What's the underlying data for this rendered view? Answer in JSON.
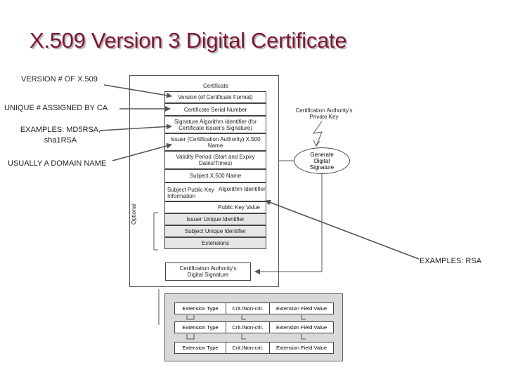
{
  "title": "X.509 Version 3 Digital Certificate",
  "labels": {
    "version": "VERSION # OF X.509",
    "unique": "UNIQUE # ASSIGNED BY CA",
    "examples_line1": "EXAMPLES: MD5RSA,",
    "examples_line2": "sha1RSA",
    "domain": "USUALLY A DOMAIN NAME",
    "rsa": "EXAMPLES: RSA"
  },
  "certificate": {
    "heading": "Certificate",
    "fields": {
      "version": "Version (of Certificate Format)",
      "serial": "Certificate Serial Number",
      "sigalg_line1": "Signature Algorithm Identifier (for",
      "sigalg_line2": "Certificate Issuer's Signature)",
      "issuer_line1": "Issuer (Certification Authority) X.500",
      "issuer_line2": "Name",
      "validity_line1": "Validity Period (Start and Expiry",
      "validity_line2": "Dates/Times)",
      "subject": "Subject X.500 Name",
      "spki_line1": "Subject Public Key",
      "spki_line2": "Information",
      "alg_id": "Algorithm Identifier",
      "pubkey": "Public Key Value",
      "issuer_uid": "Issuer Unique Identifier",
      "subject_uid": "Subject Unique Identifier",
      "extensions": "Extensions"
    },
    "optional_label": "Optional",
    "ca_signature_line1": "Certification Authority's",
    "ca_signature_line2": "Digital Signature"
  },
  "side": {
    "private_key_line1": "Certification Authority's",
    "private_key_line2": "Private Key",
    "generate_line1": "Generate",
    "generate_line2": "Digital",
    "generate_line3": "Signature"
  },
  "extensions_table": {
    "rows": [
      {
        "type": "Extension Type",
        "crit": "Crit./Non-crit.",
        "value": "Extension Field Value"
      },
      {
        "type": "Extension Type",
        "crit": "Crit./Non-crit.",
        "value": "Extension Field Value"
      },
      {
        "type": "Extension Type",
        "crit": "Crit./Non-crit.",
        "value": "Extension Field Value"
      }
    ]
  },
  "colors": {
    "title": "#7d1730",
    "lines": "#555555",
    "shaded": "#e6e6e6"
  }
}
